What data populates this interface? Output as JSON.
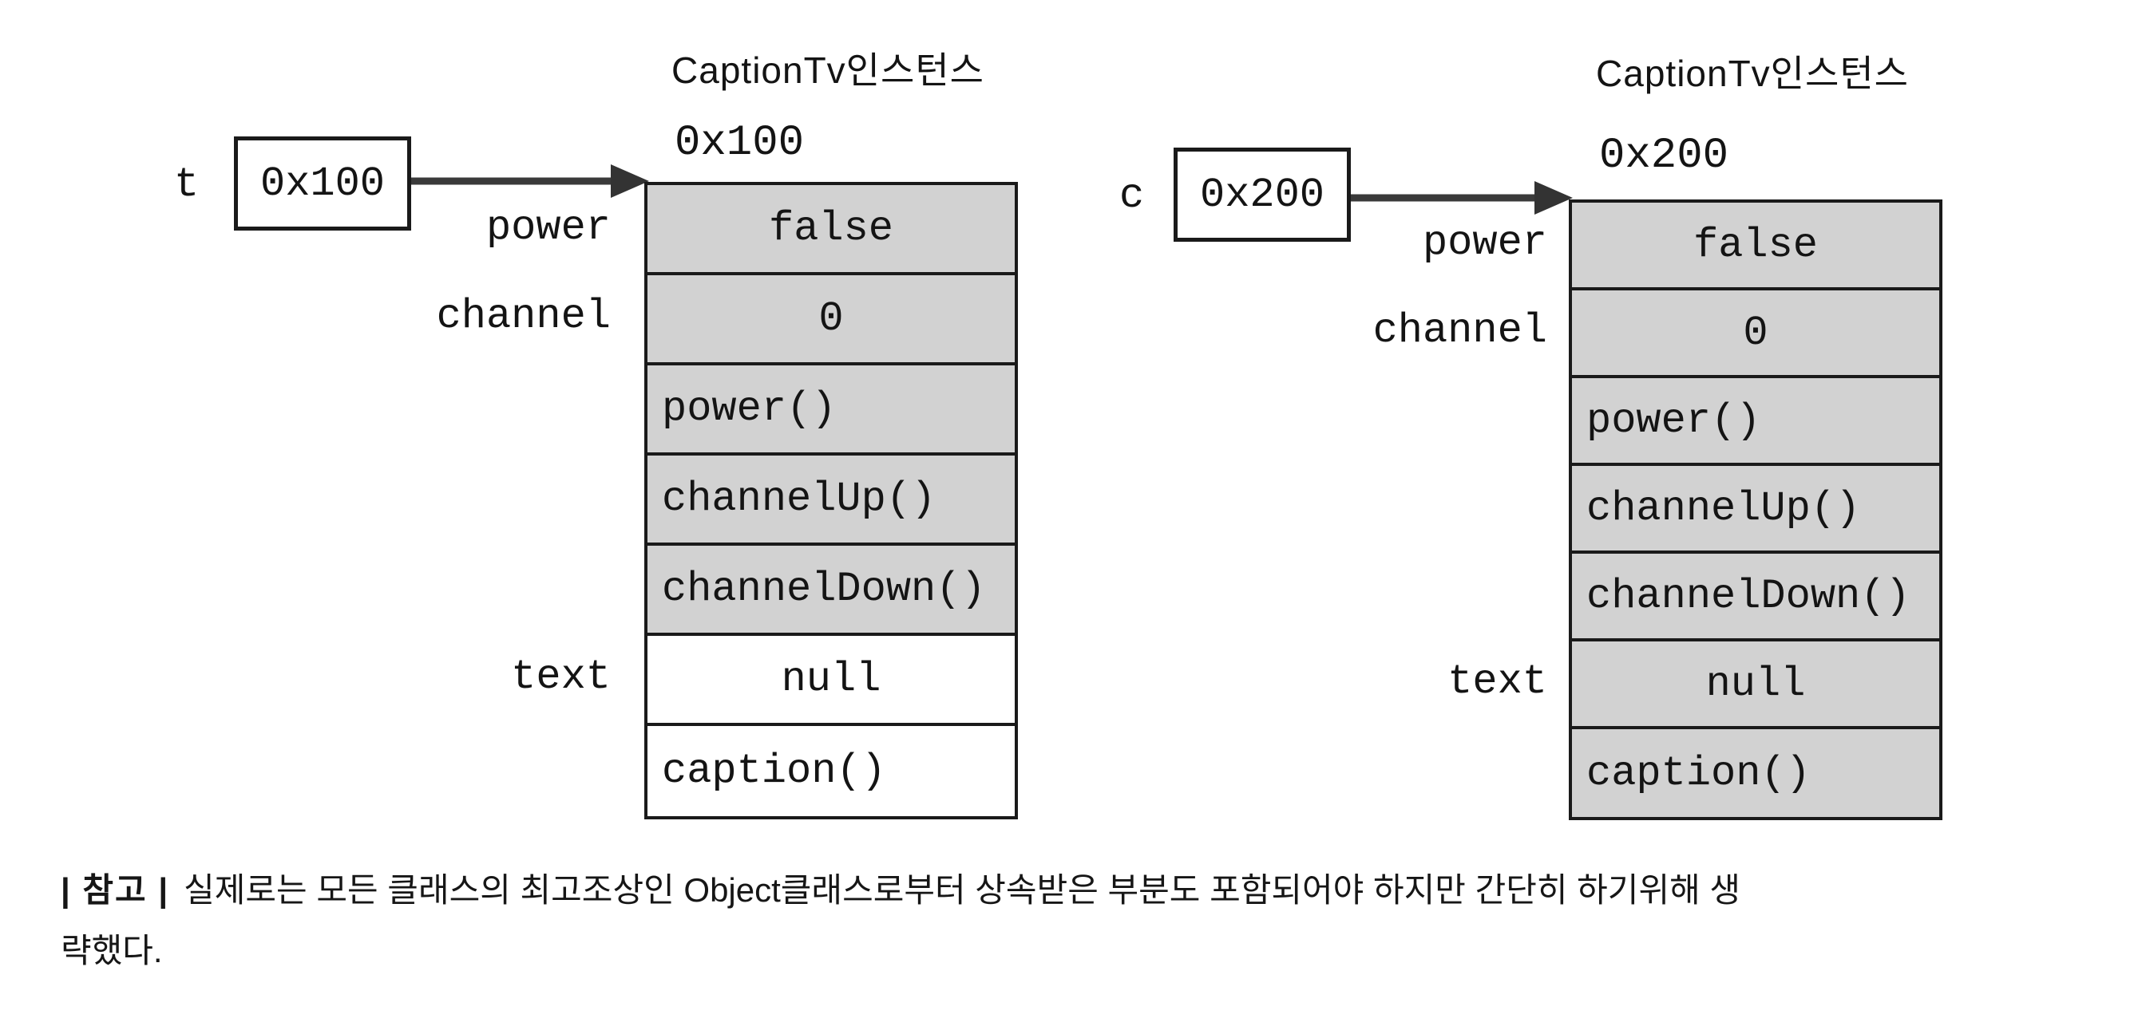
{
  "figure_type": "memory-instance-diagram",
  "colors": {
    "background": "#ffffff",
    "row_shaded": "#d2d2d2",
    "row_plain": "#ffffff",
    "border": "#1a1a1a",
    "arrow": "#3a3a3a"
  },
  "diagrams": [
    {
      "variable": "t",
      "reference_value": "0x100",
      "title": "CaptionTv인스턴스",
      "instance_address": "0x100",
      "field_labels": [
        "power",
        "channel",
        "text"
      ],
      "rows": [
        {
          "value": "false",
          "align": "center",
          "shaded": true
        },
        {
          "value": "0",
          "align": "center",
          "shaded": true
        },
        {
          "value": "power()",
          "align": "left",
          "shaded": true
        },
        {
          "value": "channelUp()",
          "align": "left",
          "shaded": true
        },
        {
          "value": "channelDown()",
          "align": "left",
          "shaded": true
        },
        {
          "value": "null",
          "align": "center",
          "shaded": false
        },
        {
          "value": "caption()",
          "align": "left",
          "shaded": false
        }
      ]
    },
    {
      "variable": "c",
      "reference_value": "0x200",
      "title": "CaptionTv인스턴스",
      "instance_address": "0x200",
      "field_labels": [
        "power",
        "channel",
        "text"
      ],
      "rows": [
        {
          "value": "false",
          "align": "center",
          "shaded": true
        },
        {
          "value": "0",
          "align": "center",
          "shaded": true
        },
        {
          "value": "power()",
          "align": "left",
          "shaded": true
        },
        {
          "value": "channelUp()",
          "align": "left",
          "shaded": true
        },
        {
          "value": "channelDown()",
          "align": "left",
          "shaded": true
        },
        {
          "value": "null",
          "align": "center",
          "shaded": true
        },
        {
          "value": "caption()",
          "align": "left",
          "shaded": true
        }
      ]
    }
  ],
  "note": {
    "badge": "| 참고 |",
    "lines": [
      "실제로는 모든 클래스의 최고조상인 Object클래스로부터 상속받은 부분도 포함되어야 하지만 간단히 하기위해 생",
      "략했다."
    ]
  }
}
